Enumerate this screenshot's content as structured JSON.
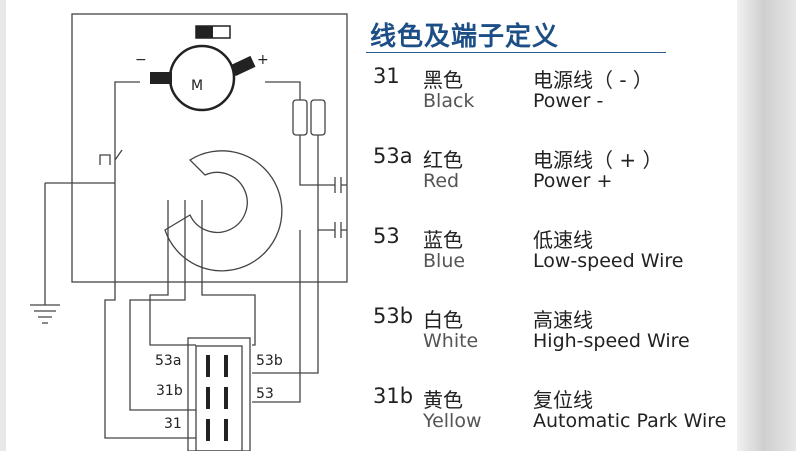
{
  "title": "线色及端子定义",
  "motor": {
    "label": "M",
    "minus": "−",
    "plus": "+"
  },
  "connector": {
    "labels": [
      "53a",
      "53b",
      "31b",
      "53",
      "31"
    ]
  },
  "wires": [
    {
      "code": "31",
      "cn_color": "黑色",
      "en_color": "Black",
      "cn_func": "电源线（ - ）",
      "en_func": "Power -"
    },
    {
      "code": "53a",
      "cn_color": "红色",
      "en_color": "Red",
      "cn_func": "电源线（ + ）",
      "en_func": "Power +"
    },
    {
      "code": "53",
      "cn_color": "蓝色",
      "en_color": "Blue",
      "cn_func": "低速线",
      "en_func": "Low-speed Wire"
    },
    {
      "code": "53b",
      "cn_color": "白色",
      "en_color": "White",
      "cn_func": "高速线",
      "en_func": "High-speed Wire"
    },
    {
      "code": "31b",
      "cn_color": "黄色",
      "en_color": "Yellow",
      "cn_func": "复位线",
      "en_func": "Automatic Park Wire"
    }
  ]
}
